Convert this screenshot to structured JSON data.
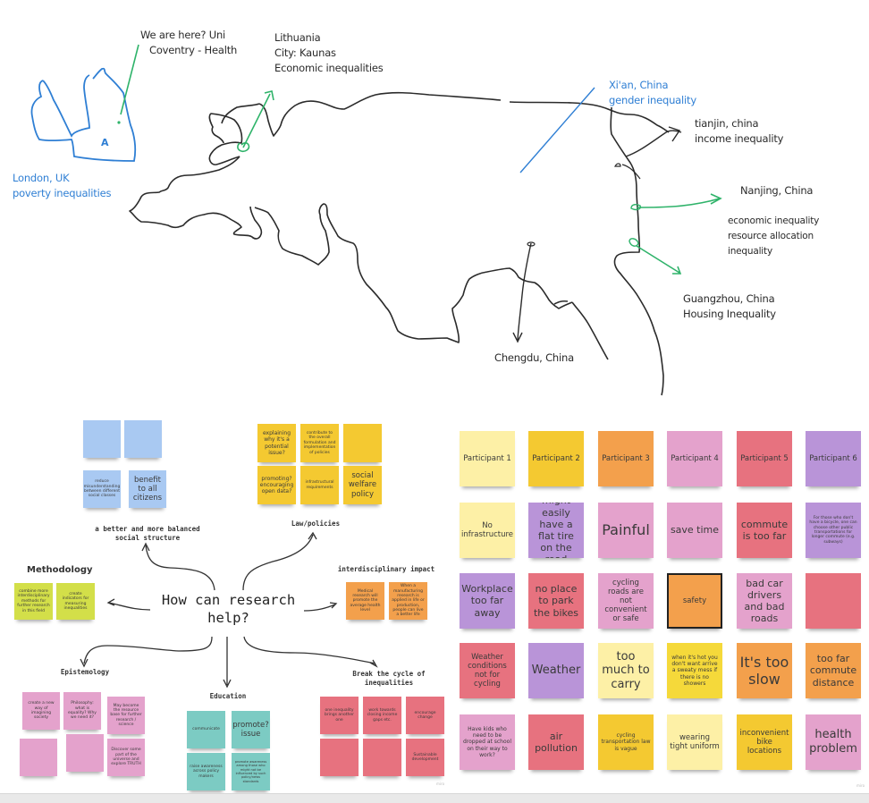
{
  "colors": {
    "map_outline": "#2b2b2b",
    "blue_ink": "#2f7fd4",
    "green_ink": "#2fb36a",
    "sticky_blue": "#a9c9f2",
    "sticky_yellow": "#f4c931",
    "sticky_lime": "#d3df49",
    "sticky_orange": "#f3a04c",
    "sticky_pink": "#e4a2cc",
    "sticky_teal": "#7ccbc3",
    "sticky_red": "#e7727f",
    "sticky_lightyellow": "#fdf0a6",
    "sticky_purple": "#b994d8"
  },
  "map": {
    "annotations": {
      "coventry": {
        "line1": "We are here? Uni",
        "line2": "Coventry - Health"
      },
      "lithuania": {
        "line1": "Lithuania",
        "line2": "City: Kaunas",
        "line3": "Economic inequalities"
      },
      "london": {
        "line1": "London, UK",
        "line2": "poverty inequalities"
      },
      "xian": {
        "line1": "Xi'an, China",
        "line2": "gender inequality"
      },
      "tianjin": {
        "line1": "tianjin,  china",
        "line2": "income inequality"
      },
      "nanjing": {
        "title": "Nanjing, China",
        "line1": "economic inequality",
        "line2": "resource allocation",
        "line3": "inequality"
      },
      "guangzhou": {
        "line1": "Guangzhou, China",
        "line2": "Housing Inequality"
      },
      "chengdu": {
        "line1": "Chengdu, China"
      }
    },
    "uk_marker": "A"
  },
  "mindmap": {
    "center": {
      "line1": "How can research",
      "line2": "help?"
    },
    "balanced": {
      "label_line1": "a better and more balanced",
      "label_line2": "social structure",
      "notes": [
        "",
        "",
        "reduce misunderstanding between different social classes",
        "benefit to all citizens"
      ]
    },
    "law": {
      "label": "Law/policies",
      "notes": [
        "explaining why it's a potential issue?",
        "contribute to the overall formulation and implementation of policies",
        "",
        "promoting? encouraging open data?",
        "infrastructural requirements",
        "social welfare policy"
      ]
    },
    "methodology": {
      "label": "Methodology",
      "notes": [
        "combine more interdisciplinary methods for further research in this field",
        "create indicators for measuring inequalities"
      ]
    },
    "interdisciplinary": {
      "label": "interdisciplinary impact",
      "notes": [
        "Medical research will promote the average health level",
        "When a manufacturing research is applied in life or production, people can live a better life"
      ]
    },
    "epistemology": {
      "label": "Epistemology",
      "notes": [
        "create a new way of imagining society",
        "Philosophy: what is equality? Why we need it?",
        "May become the resource base for further research / science",
        "",
        "",
        "Discover some part of the universe and explore TRUTH"
      ]
    },
    "education": {
      "label": "Education",
      "notes": [
        "communicate",
        "promote? issue",
        "raise awareness across policy makers",
        "promote awareness among those who might not be influenced by such policy/news standards"
      ]
    },
    "cycle": {
      "label_line1": "Break the cycle of",
      "label_line2": "inequalities",
      "notes": [
        "one inequality brings another one",
        "work towards closing income gaps etc.",
        "encourage change",
        "",
        "",
        "Sustainable development"
      ]
    },
    "watermark": "miro"
  },
  "participants": {
    "headers": [
      "Participant 1",
      "Participant 2",
      "Participant 3",
      "Participant 4",
      "Participant 5",
      "Participant 6"
    ],
    "rows": [
      [
        "No infrastructure",
        "might easily have a flat tire on the road",
        "Painful",
        "save time",
        "commute is too far",
        "For those who don't have a bicycle, one can choose other public transportations for longer commute (e.g. subways)"
      ],
      [
        "Workplace too far away",
        "no place to park the bikes",
        "cycling roads are not convenient or safe",
        "safety",
        "bad car drivers and bad roads",
        ""
      ],
      [
        "Weather conditions not for cycling",
        "Weather",
        "too much to carry",
        "when it's hot you don't want arrive a sweaty mess if there is no showers",
        "It's too slow",
        "too far commute distance"
      ],
      [
        "Have kids who need to be dropped at school on their way to work?",
        "air pollution",
        "cycling transportation law is vague",
        "wearing tight uniform",
        "inconvenient bike locations",
        "health problem"
      ]
    ],
    "watermark": "miro"
  }
}
